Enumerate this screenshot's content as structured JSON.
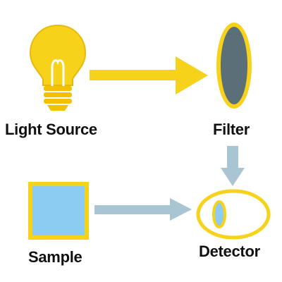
{
  "labels": {
    "light_source": "Light Source",
    "filter": "Filter",
    "sample": "Sample",
    "detector": "Detector"
  },
  "colors": {
    "yellow": "#f6d21a",
    "bulb_outline": "#e9b80e",
    "filter_fill": "#5b6f78",
    "sample_fill": "#8ccbf2",
    "arrow_blue": "#a9c4d2",
    "text": "#111111"
  },
  "icons": {
    "light_source": "lightbulb-icon",
    "filter": "filter-lens-icon",
    "sample": "sample-square-icon",
    "detector": "detector-eye-icon"
  }
}
